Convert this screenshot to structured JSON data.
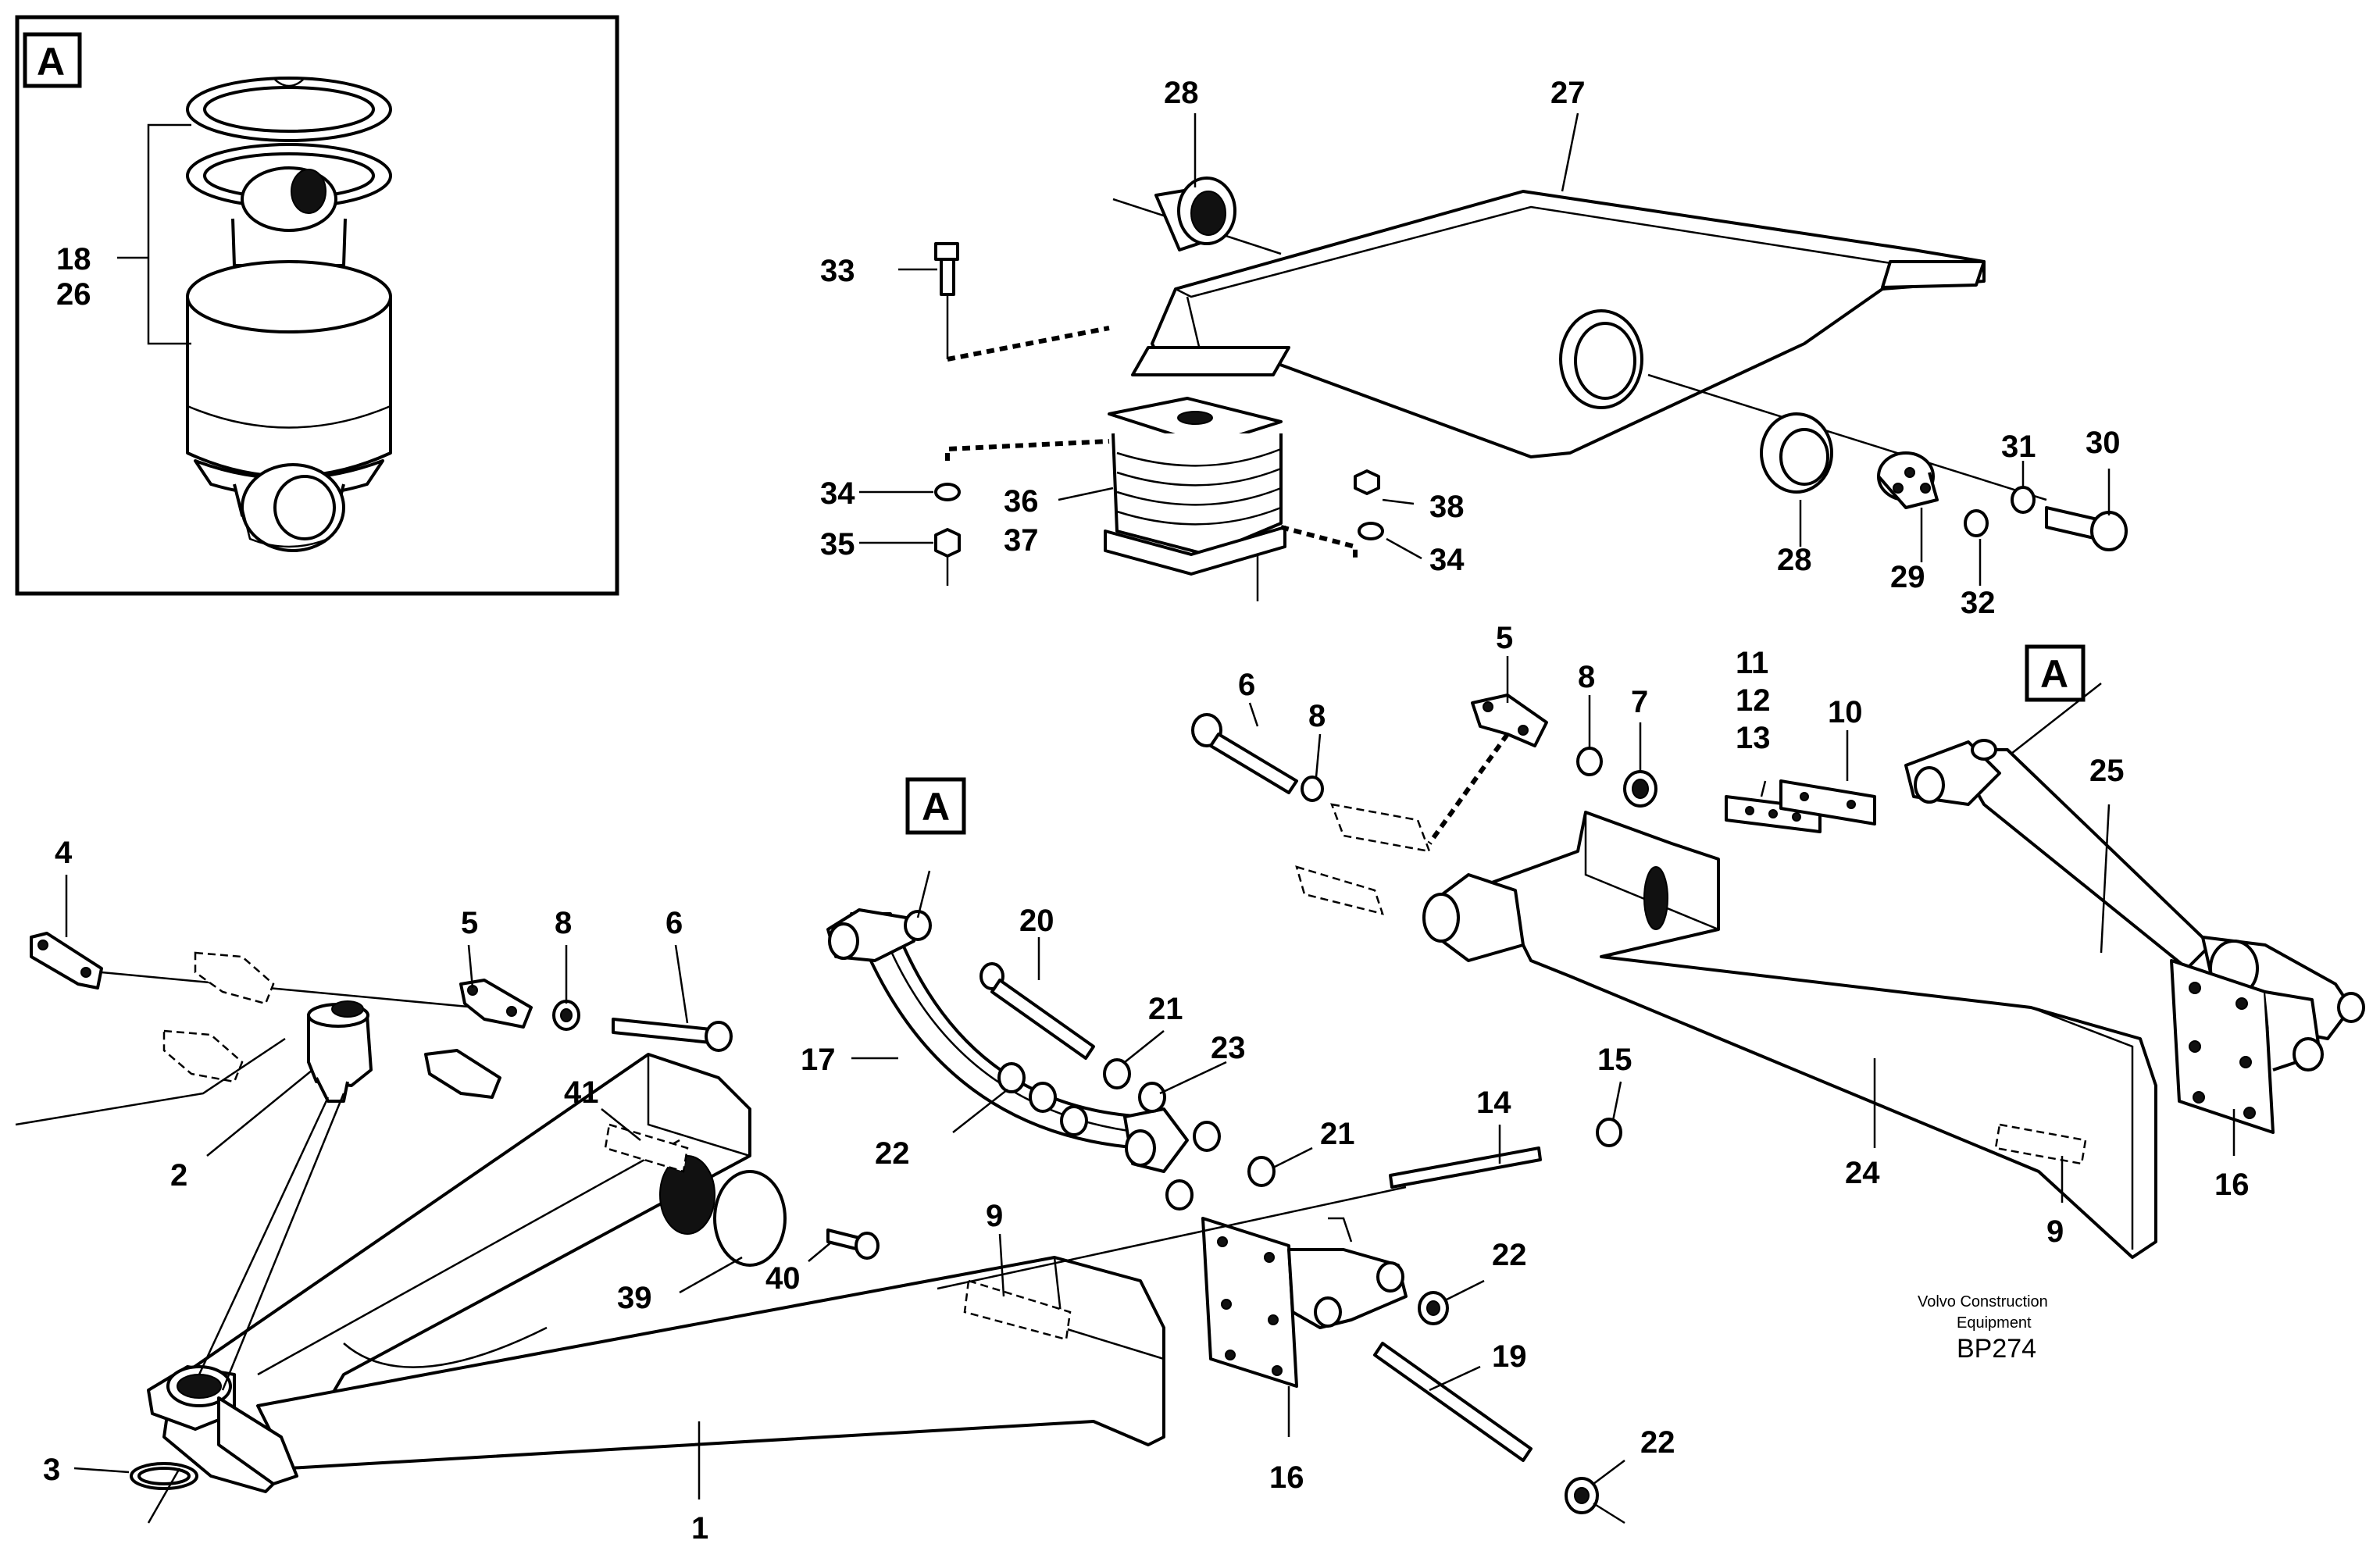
{
  "figure": {
    "detail_marker": "A",
    "credit_line1": "Volvo Construction",
    "credit_line2": "Equipment",
    "code": "BP274"
  },
  "callouts": {
    "c1": "1",
    "c2": "2",
    "c3": "3",
    "c4": "4",
    "c5a": "5",
    "c5b": "5",
    "c6a": "6",
    "c6b": "6",
    "c7": "7",
    "c8a": "8",
    "c8b": "8",
    "c8c": "8",
    "c9a": "9",
    "c9b": "9",
    "c10": "10",
    "c11": "11",
    "c12": "12",
    "c13": "13",
    "c14": "14",
    "c15": "15",
    "c16a": "16",
    "c16b": "16",
    "c17": "17",
    "c18": "18",
    "c19": "19",
    "c20": "20",
    "c21a": "21",
    "c21b": "21",
    "c22a": "22",
    "c22b": "22",
    "c22c": "22",
    "c23": "23",
    "c24": "24",
    "c25": "25",
    "c26": "26",
    "c27": "27",
    "c28a": "28",
    "c28b": "28",
    "c29": "29",
    "c30": "30",
    "c31": "31",
    "c32": "32",
    "c33": "33",
    "c34a": "34",
    "c34b": "34",
    "c35": "35",
    "c36": "36",
    "c37": "37",
    "c38": "38",
    "c39": "39",
    "c40": "40",
    "c41": "41",
    "boxA1": "A",
    "boxA2": "A",
    "boxA3": "A"
  }
}
